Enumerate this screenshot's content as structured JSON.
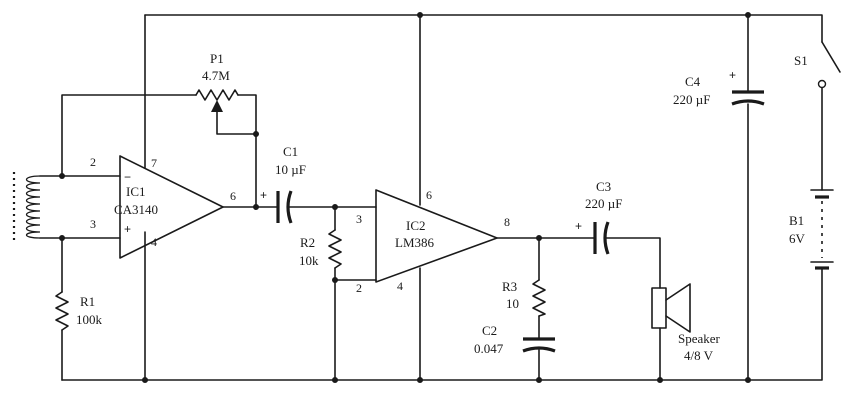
{
  "ic1": {
    "name": "IC1",
    "part": "CA3140",
    "pins": {
      "inverting": "2",
      "noninverting": "3",
      "supply": "7",
      "ground": "4",
      "output": "6"
    },
    "minus": "−",
    "plus": "+"
  },
  "ic2": {
    "name": "IC2",
    "part": "LM386",
    "pins": {
      "in_plus": "3",
      "in_minus": "2",
      "supply": "6",
      "ground": "4",
      "output": "8"
    }
  },
  "p1": {
    "name": "P1",
    "value": "4.7M"
  },
  "r1": {
    "name": "R1",
    "value": "100k"
  },
  "r2": {
    "name": "R2",
    "value": "10k"
  },
  "r3": {
    "name": "R3",
    "value": "10"
  },
  "c1": {
    "name": "C1",
    "value": "10 µF",
    "polarity": "+"
  },
  "c2": {
    "name": "C2",
    "value": "0.047"
  },
  "c3": {
    "name": "C3",
    "value": "220 µF",
    "polarity": "+"
  },
  "c4": {
    "name": "C4",
    "value": "220 µF",
    "polarity": "+"
  },
  "b1": {
    "name": "B1",
    "value": "6V"
  },
  "s1": {
    "name": "S1"
  },
  "speaker": {
    "name": "Speaker",
    "value": "4/8 V"
  }
}
